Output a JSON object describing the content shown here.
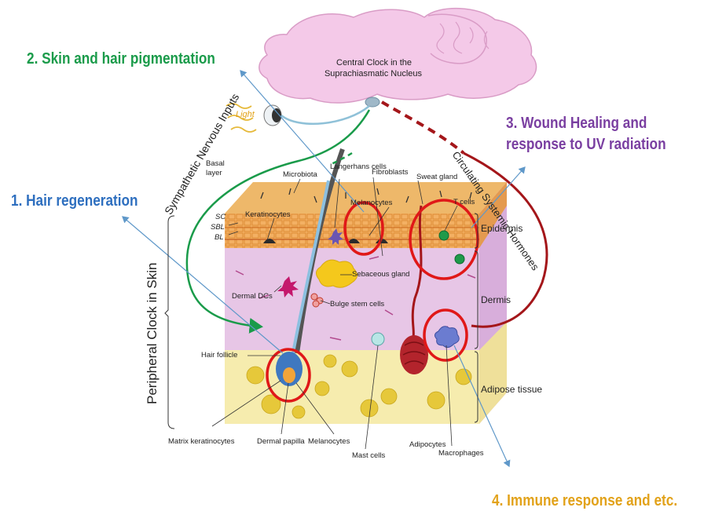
{
  "colors": {
    "brain": "#f4c9e8",
    "brain_stroke": "#d99cc6",
    "dermis": "#e7c6e6",
    "epidermis": "#f1a85a",
    "fat": "#f6ecae",
    "fat_cell": "#e6c83a",
    "blood": "#a4161a",
    "green": "#1a9b4a",
    "blue_label": "#2e6fbf",
    "purple_label": "#7a3fa1",
    "orange_label": "#e2a21a",
    "red_circle": "#e01818",
    "arrow": "#5f98c9"
  },
  "main_labels": {
    "skin_pigmentation": "2. Skin and hair pigmentation",
    "hair_regeneration": "1. Hair regeneration",
    "wound_healing_line1": "3. Wound Healing and",
    "wound_healing_line2": "response to UV radiation",
    "immune_response": "4. Immune response and etc."
  },
  "brain": {
    "label_line1": "Central Clock in the",
    "label_line2": "Suprachiasmatic Nucleus",
    "light": "Light"
  },
  "pathways": {
    "sympathetic": "Sympathetic Nervous Inputs",
    "circulating": "Circulating Systemic Hormones",
    "peripheral": "Peripheral Clock in Skin"
  },
  "skin_labels": {
    "basal_layer_line1": "Basal",
    "basal_layer_line2": "layer",
    "microbiota": "Microbiota",
    "langerhans": "Langerhans cells",
    "fibroblasts": "Fibroblasts",
    "sweat_gland": "Sweat gland",
    "keratinocytes": "Keratinocytes",
    "melanocytes_top": "Melanocytes",
    "t_cells": "T cells",
    "sc": "SC",
    "sbl": "SBL",
    "bl": "BL",
    "epidermis": "Epidermis",
    "dermis": "Dermis",
    "adipose": "Adipose tissue",
    "sebaceous": "Sebaceous gland",
    "dermal_dcs": "Dermal DCs",
    "bulge": "Bulge stem cells",
    "hair_follicle": "Hair follicle",
    "matrix": "Matrix keratinocytes",
    "dermal_papilla": "Dermal papilla",
    "melanocytes_bottom": "Melanocytes",
    "mast_cells": "Mast cells",
    "adipocytes": "Adipocytes",
    "macrophages": "Macrophages"
  }
}
